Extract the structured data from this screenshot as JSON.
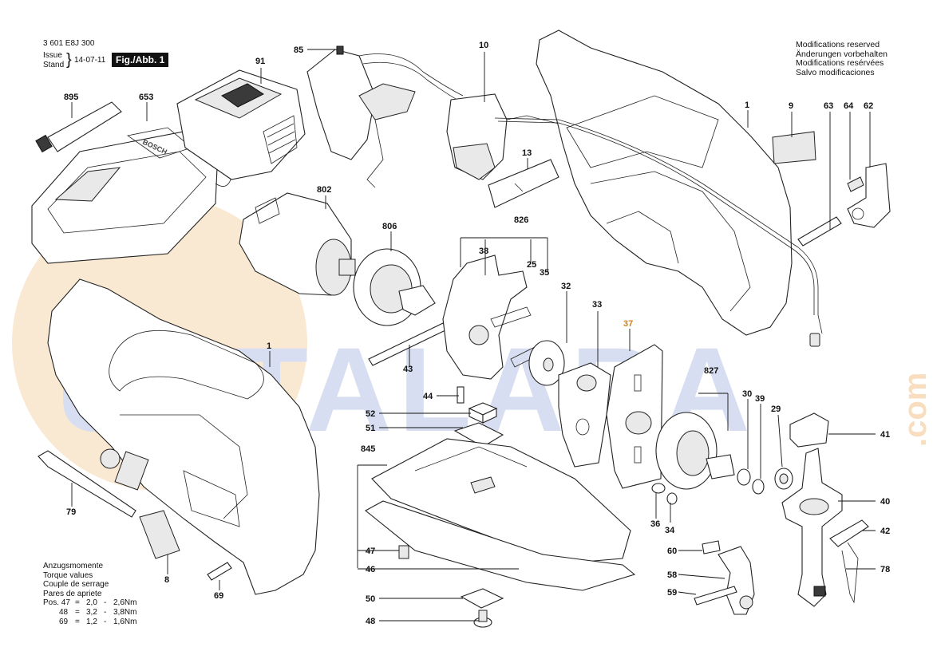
{
  "header": {
    "part_number": "3 601 E8J 300",
    "issue_label": "Issue",
    "stand_label": "Stand",
    "date": "14-07-11",
    "figure_label": "Fig./Abb. 1"
  },
  "modifications": [
    "Modifications reserved",
    "Änderungen vorbehalten",
    "Modifications resérvées",
    "Salvo modificaciones"
  ],
  "torque": {
    "lines": [
      "Anzugsmomente",
      "Torque values",
      "Couple de serrage",
      "Pares de apriete"
    ],
    "rows": [
      {
        "pos": "Pos. 47",
        "eq": "=",
        "min": "2,0",
        "dash": "-",
        "max": "2,6Nm"
      },
      {
        "pos": "48",
        "eq": "=",
        "min": "3,2",
        "dash": "-",
        "max": "3,8Nm"
      },
      {
        "pos": "69",
        "eq": "=",
        "min": "1,2",
        "dash": "-",
        "max": "1,6Nm"
      }
    ]
  },
  "watermark": {
    "text": "USTALARA",
    "suffix": ".com",
    "color": "#f2c48a"
  },
  "battery_logo": "BOSCH",
  "colors": {
    "highlight_label": "#d08020",
    "lines": "#111111"
  },
  "parts": [
    {
      "id": "85"
    },
    {
      "id": "10"
    },
    {
      "id": "91"
    },
    {
      "id": "895"
    },
    {
      "id": "653"
    },
    {
      "id": "1"
    },
    {
      "id": "9"
    },
    {
      "id": "63"
    },
    {
      "id": "64"
    },
    {
      "id": "62"
    },
    {
      "id": "13"
    },
    {
      "id": "802"
    },
    {
      "id": "806"
    },
    {
      "id": "826"
    },
    {
      "id": "38"
    },
    {
      "id": "25"
    },
    {
      "id": "35"
    },
    {
      "id": "32"
    },
    {
      "id": "33"
    },
    {
      "id": "37"
    },
    {
      "id": "43"
    },
    {
      "id": "44"
    },
    {
      "id": "52"
    },
    {
      "id": "51"
    },
    {
      "id": "845"
    },
    {
      "id": "827"
    },
    {
      "id": "30"
    },
    {
      "id": "39"
    },
    {
      "id": "29"
    },
    {
      "id": "41"
    },
    {
      "id": "40"
    },
    {
      "id": "42"
    },
    {
      "id": "78"
    },
    {
      "id": "36"
    },
    {
      "id": "34"
    },
    {
      "id": "60"
    },
    {
      "id": "58"
    },
    {
      "id": "59"
    },
    {
      "id": "47"
    },
    {
      "id": "46"
    },
    {
      "id": "50"
    },
    {
      "id": "48"
    },
    {
      "id": "79"
    },
    {
      "id": "8"
    },
    {
      "id": "69"
    }
  ]
}
